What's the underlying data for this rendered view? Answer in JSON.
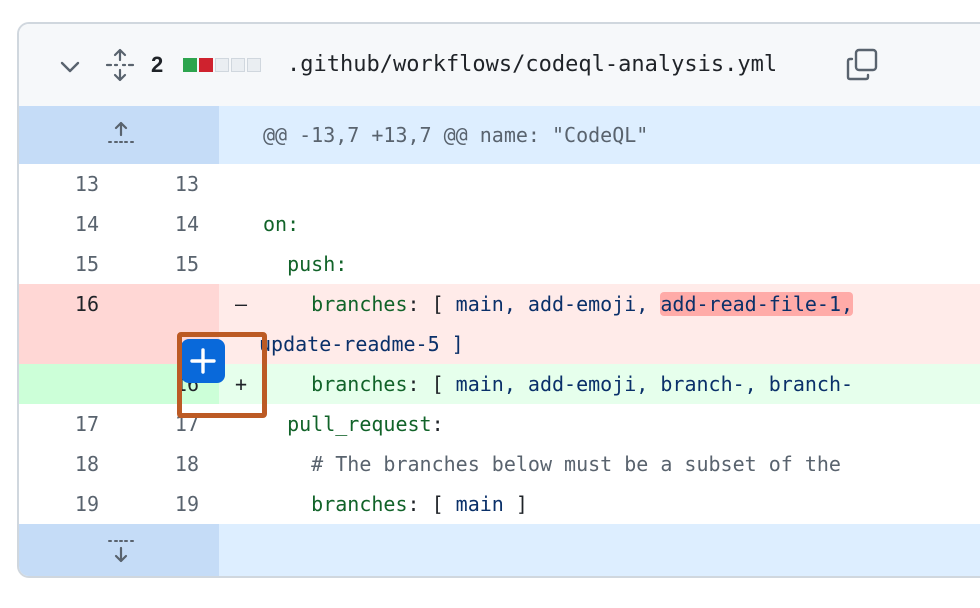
{
  "file_header": {
    "collapse_icon": "chevron-down-icon",
    "expand_icon": "unfold-icon",
    "change_count": "2",
    "diffstat_colors": {
      "add": "#2da44e",
      "delete": "#cf222e",
      "neutral": "#eaeef2"
    },
    "filename": ".github/workflows/codeql-analysis.yml",
    "copy_icon": "copy-icon"
  },
  "hunk": {
    "header": "@@ -13,7 +13,7 @@ name: \"CodeQL\"",
    "expand_up_icon": "expand-up-icon",
    "expand_down_icon": "expand-down-icon"
  },
  "lines": [
    {
      "old": "13",
      "new": "13",
      "code": ""
    },
    {
      "old": "14",
      "new": "14",
      "code": "on:"
    },
    {
      "old": "15",
      "new": "15",
      "code": "  push:"
    },
    {
      "old": "16",
      "new": "",
      "marker": "–",
      "key": "    branches",
      "sep": ": [ ",
      "pre": "main, add-emoji, ",
      "removed": "add-read-file-1,",
      "wrap": "update-readme-5 ]"
    },
    {
      "old": "",
      "new": "16",
      "marker": "+",
      "key": "    branches",
      "sep": ": [ ",
      "value": "main, add-emoji, branch-, branch-"
    },
    {
      "old": "17",
      "new": "17",
      "key": "  pull_request",
      "sep": ":"
    },
    {
      "old": "18",
      "new": "18",
      "comment": "    # The branches below must be a subset of the"
    },
    {
      "old": "19",
      "new": "19",
      "key": "    branches",
      "sep": ": [ ",
      "value": "main",
      "end": " ]"
    }
  ],
  "add_comment_button": {
    "icon": "plus-icon",
    "color": "#0969da"
  },
  "highlight_color": "#bc5a24"
}
